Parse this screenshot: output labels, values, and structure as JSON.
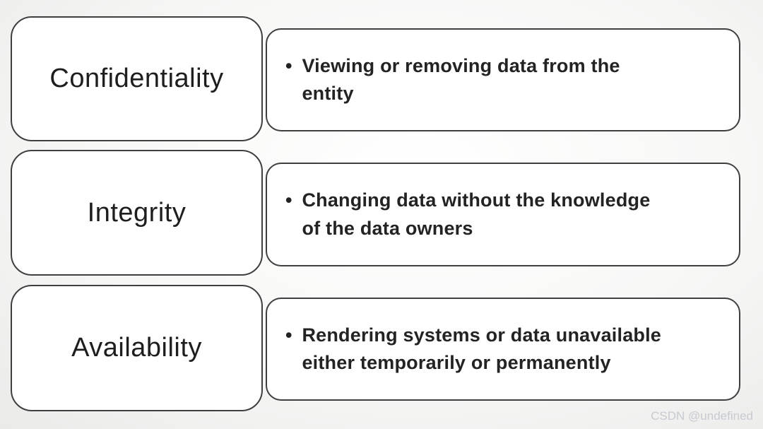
{
  "page": {
    "watermark": "CSDN @undefined"
  },
  "colors": {
    "background_edge": "#eaebe9",
    "background_center": "#ffffff",
    "box_fill": "#ffffff",
    "box_border": "#3f3f3f",
    "label_text": "#1e1e1e",
    "description_text": "#232323",
    "watermark_text": "#c7cad0"
  },
  "diagram": {
    "type": "cia-triad-list",
    "rows": [
      {
        "label": "Confidentiality",
        "bullet": "•",
        "description": "Viewing or removing data from the\nentity"
      },
      {
        "label": "Integrity",
        "bullet": "•",
        "description": "Changing data without the knowledge\nof the data owners"
      },
      {
        "label": "Availability",
        "bullet": "•",
        "description": "Rendering systems or data unavailable\neither temporarily or permanently"
      }
    ]
  }
}
